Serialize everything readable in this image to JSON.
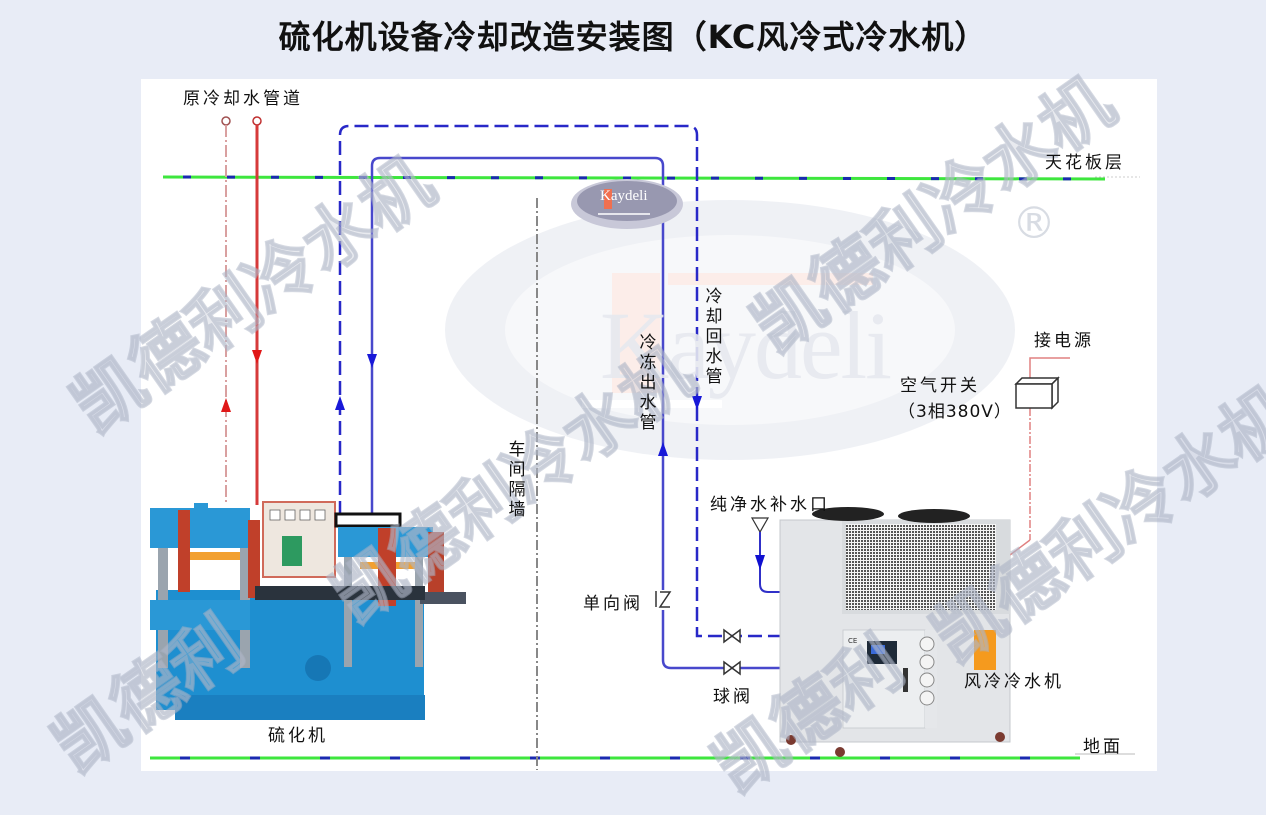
{
  "title": "硫化机设备冷却改造安装图（KC风冷式冷水机）",
  "labels": {
    "original_pipe": "原冷却水管道",
    "ceiling": "天花板层",
    "ground": "地面",
    "wall": "车间隔墙",
    "chilled_out": "冷冻出水管",
    "cooling_return": "冷却回水管",
    "power": "接电源",
    "air_switch": "空气开关",
    "air_switch_spec": "（3相380V）",
    "makeup_water": "纯净水补水口",
    "check_valve": "单向阀",
    "ball_valve": "球阀",
    "vulcanizer": "硫化机",
    "chiller": "风冷冷水机"
  },
  "logo": {
    "brand_small": "Kaydeli",
    "brand_large": "Kaydeli",
    "registered": "®"
  },
  "watermarks": [
    "凯德利冷水机",
    "凯德利冷水机",
    "凯德利冷水机",
    "凯德利冷水机",
    "凯德利",
    "凯德利"
  ],
  "colors": {
    "background": "#e8ecf6",
    "panel": "#ffffff",
    "ceiling_line": "#3ee63e",
    "hot_pipe": "#d63a3a",
    "cold_pipe": "#3a3ad6",
    "machine_blue": "#1e8fd0",
    "chiller_body": "#e3e5e8"
  }
}
